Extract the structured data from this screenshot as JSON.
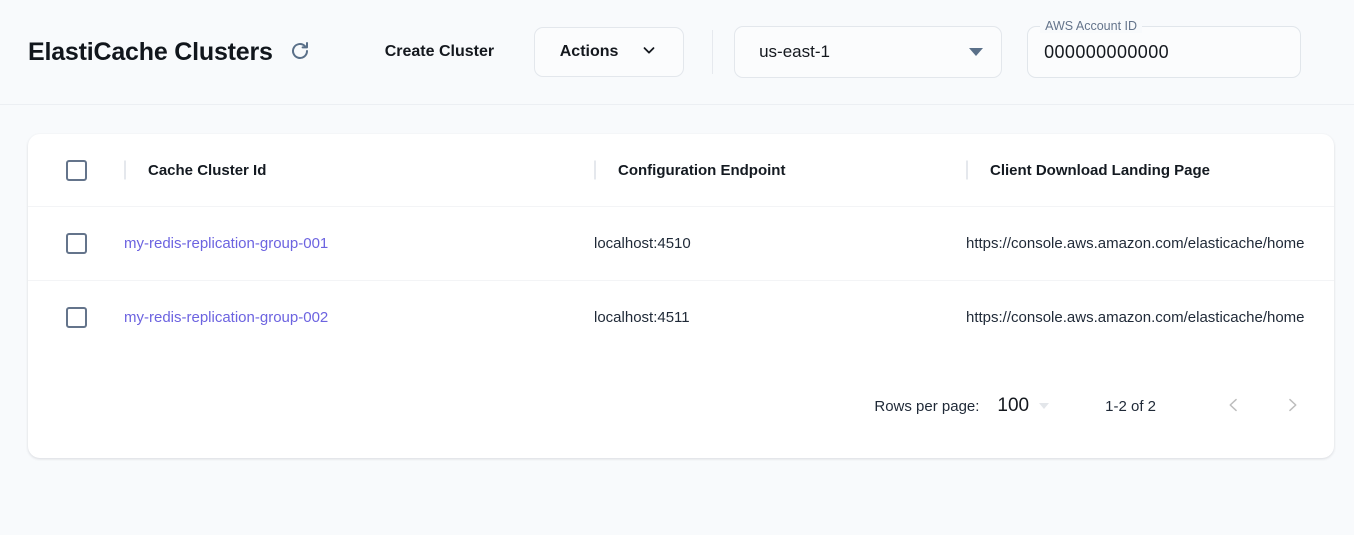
{
  "header": {
    "title": "ElastiCache Clusters",
    "refresh_icon": "refresh-icon",
    "create_button": "Create Cluster",
    "actions_button": "Actions",
    "actions_chevron_icon": "chevron-down-icon",
    "region": {
      "value": "us-east-1",
      "arrow_icon": "triangle-down-icon"
    },
    "account": {
      "label": "AWS Account ID",
      "value": "000000000000"
    }
  },
  "table": {
    "columns": [
      "Cache Cluster Id",
      "Configuration Endpoint",
      "Client Download Landing Page"
    ],
    "rows": [
      {
        "cluster_id": "my-redis-replication-group-001",
        "endpoint": "localhost:4510",
        "landing_page": "https://console.aws.amazon.com/elasticache/home"
      },
      {
        "cluster_id": "my-redis-replication-group-002",
        "endpoint": "localhost:4511",
        "landing_page": "https://console.aws.amazon.com/elasticache/home"
      }
    ]
  },
  "pagination": {
    "rows_per_page_label": "Rows per page:",
    "rows_per_page_value": "100",
    "range": "1-2 of 2",
    "prev_icon": "chevron-left-icon",
    "next_icon": "chevron-right-icon"
  },
  "colors": {
    "link": "#6c63e0",
    "page_background": "#f8fafc",
    "card": "#ffffff",
    "checkbox_border": "#64748b"
  }
}
